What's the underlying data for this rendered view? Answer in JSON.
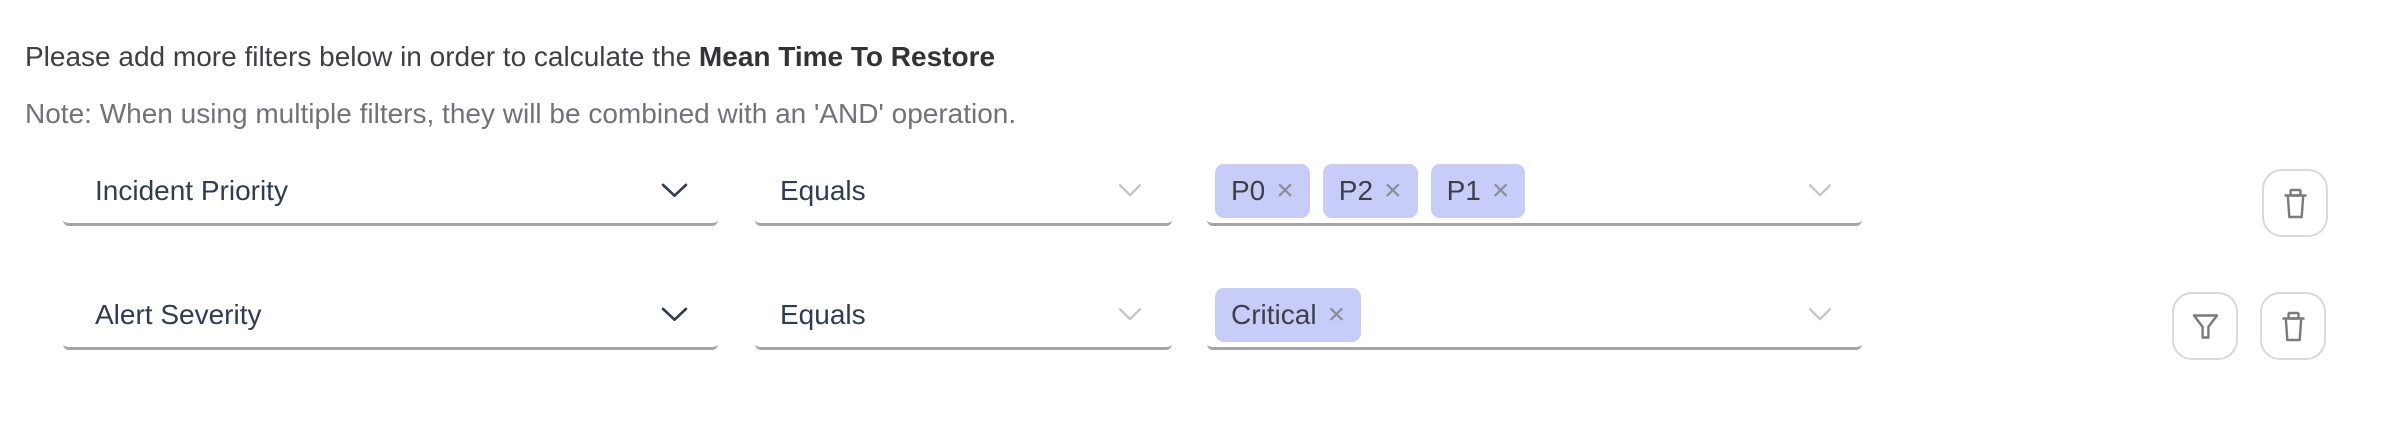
{
  "header": {
    "intro": "Please add more filters below in order to calculate the ",
    "metric": "Mean Time To Restore",
    "note": "Note: When using multiple filters, they will be combined with an 'AND' operation."
  },
  "glyphs": {
    "remove": "×"
  },
  "colors": {
    "tag_background": "#c7cdf8",
    "tag_text": "#3f3f46",
    "tag_remove_x": "#8b8d94",
    "field_label": "#2d3c54",
    "heading_text": "#3f3f46",
    "note_text": "#717379",
    "field_underline": "#a6a6a6",
    "icon_gray": "#7b7b7b",
    "button_border": "#d9d9d9"
  },
  "filters": [
    {
      "field": "Incident Priority",
      "operator": "Equals",
      "values": [
        "P0",
        "P2",
        "P1"
      ]
    },
    {
      "field": "Alert Severity",
      "operator": "Equals",
      "values": [
        "Critical"
      ]
    }
  ]
}
